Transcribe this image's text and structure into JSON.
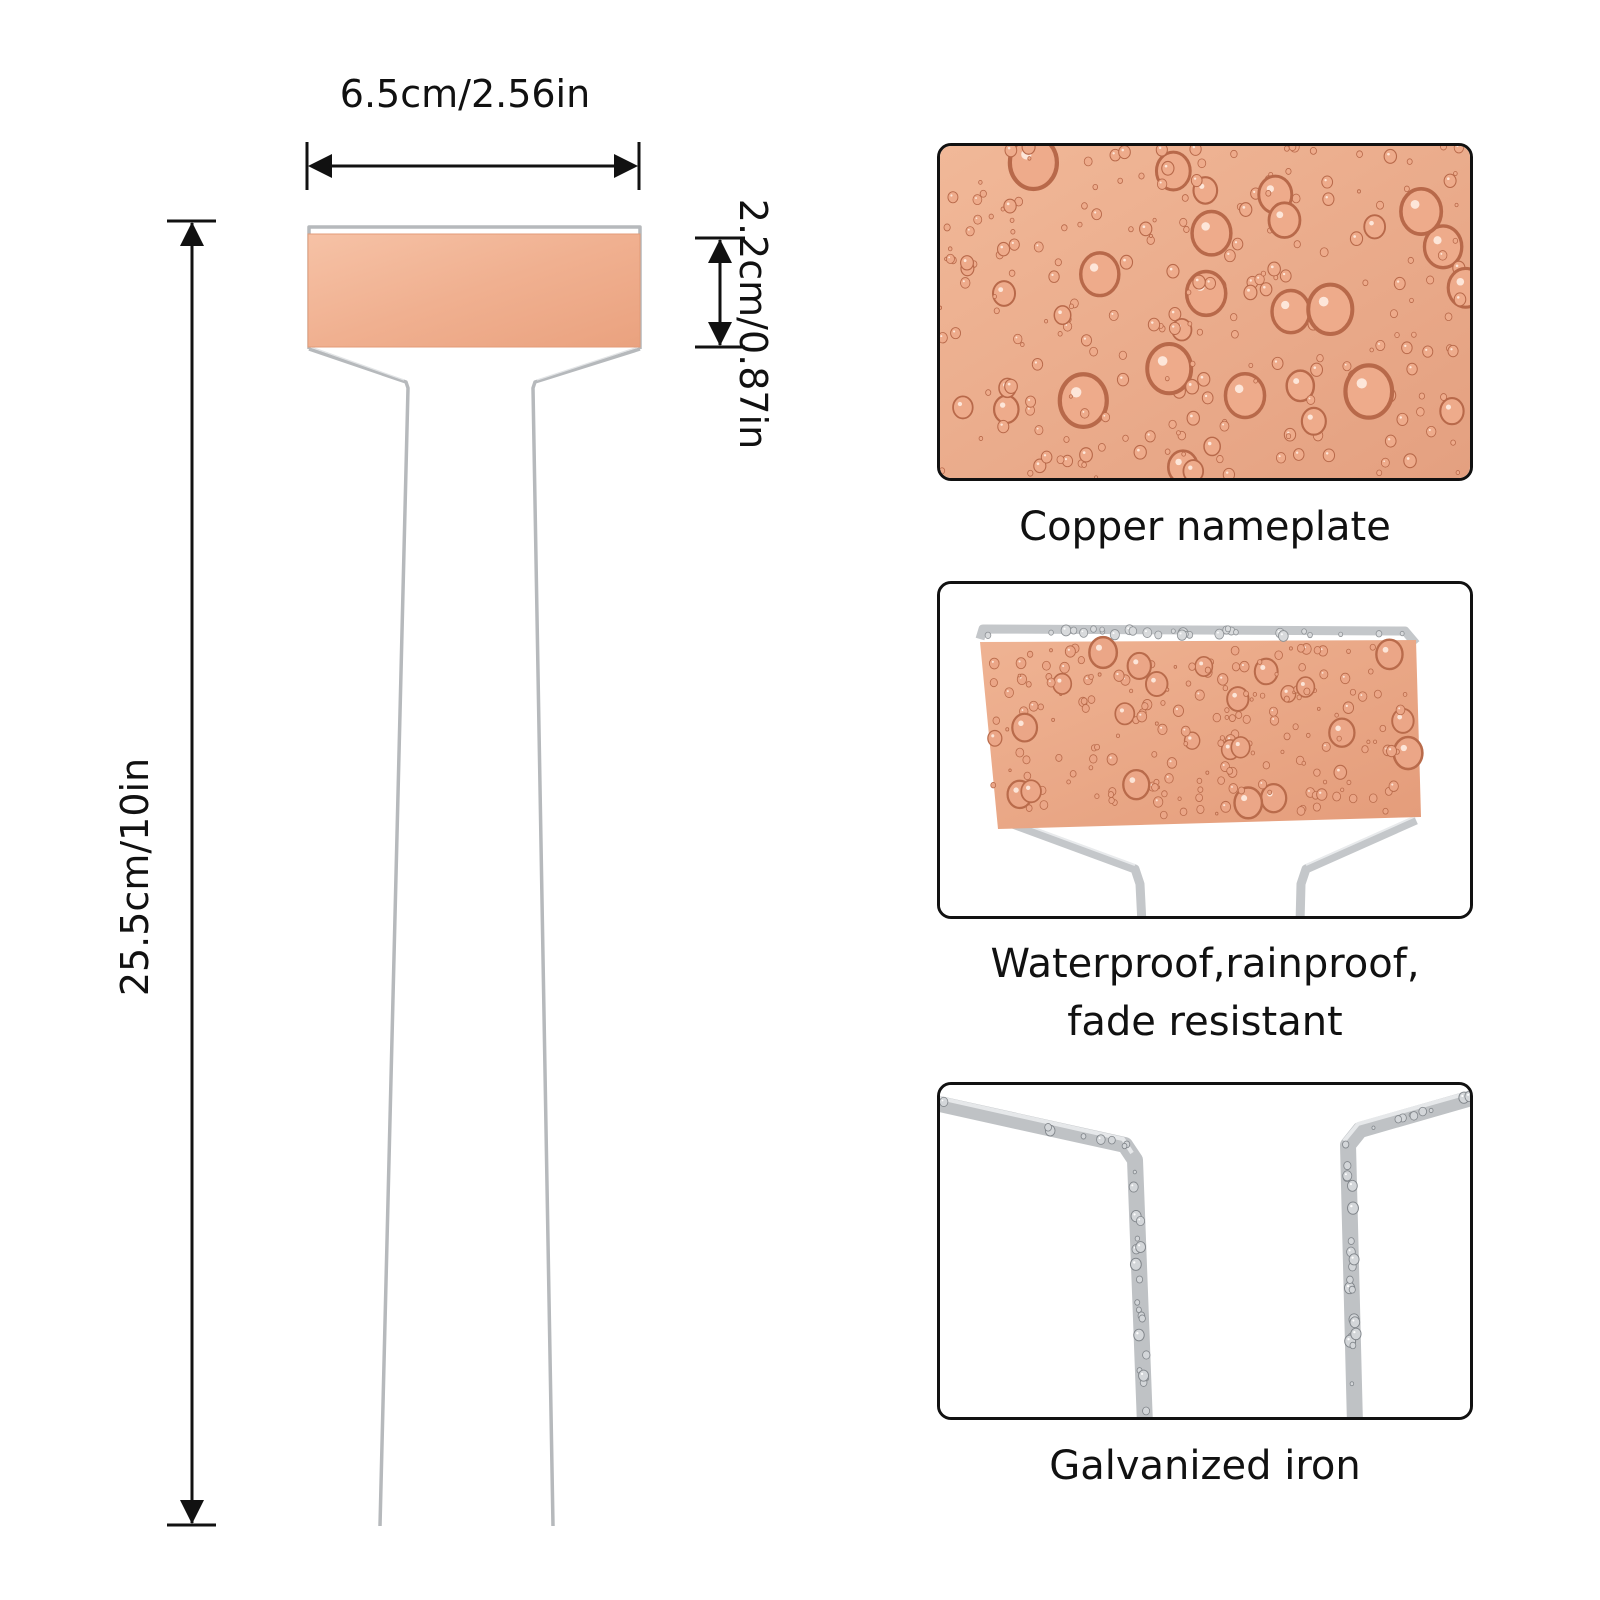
{
  "dimensions": {
    "width": "6.5cm/2.56in",
    "height": "2.2cm/0.87in",
    "length": "25.5cm/10in"
  },
  "features": [
    {
      "caption": "Copper nameplate"
    },
    {
      "caption": "Waterproof,rainproof,",
      "caption_line2": "fade resistant"
    },
    {
      "caption": "Galvanized iron"
    }
  ],
  "colors": {
    "copper": "#f2b89a",
    "copper_dark": "#d98c68",
    "wire": "#b9bcbf",
    "line": "#111111"
  }
}
